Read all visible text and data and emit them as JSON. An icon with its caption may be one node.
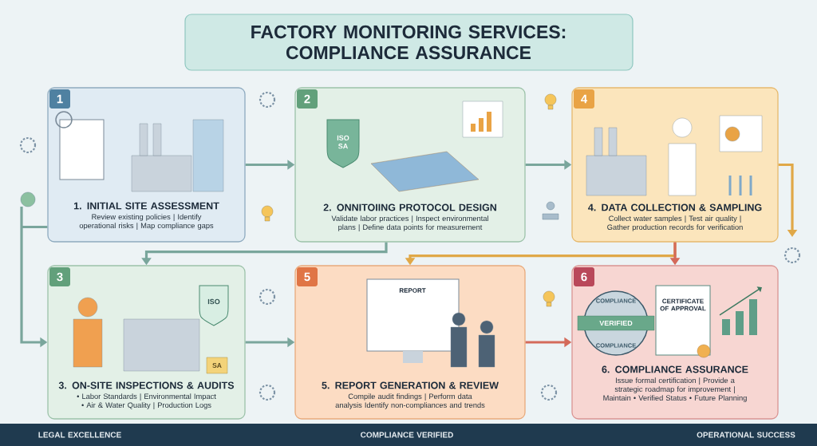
{
  "diagram": {
    "title": "FACTORY MONITORING SERVICES: COMPLIANCE ASSURANCE",
    "nodes": [
      {
        "text": [
          "1",
          "1. INITIAL SITE ASSESSMENT",
          "Review existing policies | Identify operational risks | Map compliance gaps"
        ]
      },
      {
        "text": [
          "2",
          "2. ONNITOIING PROTOCOL DESIGN",
          "Validate labor practices | Inspect environmental plans | Define data points for measurement"
        ]
      },
      {
        "text": [
          "4",
          "4. DATA COLLECTION & SAMPLING",
          "Collect water samples | Test air quality | Gather production records for verification"
        ]
      },
      {
        "text": [
          "3",
          "3. ON-SITE INSPECTIONS & AUDITS",
          "• Labor Standards | Environmental Impact • Air & Water Quality | Production Logs"
        ]
      },
      {
        "text": [
          "5",
          "5. REPORT GENERATION & REVIEW",
          "Compile audit findings | Perform data analysis Identify non-compliances and trends"
        ]
      },
      {
        "text": [
          "6",
          "6. COMPLIANCE ASSURANCE",
          "Issue formal certification | Provide a strategic roadmap for improvement | Maintain • Verified Status • Future Planning"
        ]
      }
    ],
    "edges": [
      {
        "from": 0,
        "to": 1,
        "arrow": "to"
      },
      {
        "from": 1,
        "to": 2,
        "arrow": "to"
      },
      {
        "from": 2,
        "to": null,
        "arrow": "to",
        "color": "#e0a848"
      },
      {
        "from": 2,
        "to": 4,
        "arrow": "to",
        "color": "#e0a848"
      },
      {
        "from": 2,
        "to": 5,
        "arrow": "to",
        "color": "#d46a5a"
      },
      {
        "from": 0,
        "to": 3,
        "arrow": "to"
      },
      {
        "from": 1,
        "to": 3,
        "arrow": "to"
      },
      {
        "from": 3,
        "to": 4,
        "arrow": "to"
      },
      {
        "from": 4,
        "to": 5,
        "arrow": "to",
        "color": "#d46a5a"
      }
    ],
    "labels": [
      "ISO SA",
      "ISO",
      "SA",
      "REPORT",
      "COMPLIANCE",
      "VERIFIED",
      "COMPLIANCE",
      "CERTIFICATE OF APPROVAL",
      "LEGAL EXCELLENCE",
      "COMPLIANCE VERIFIED",
      "OPERATIONAL SUCCESS"
    ]
  }
}
